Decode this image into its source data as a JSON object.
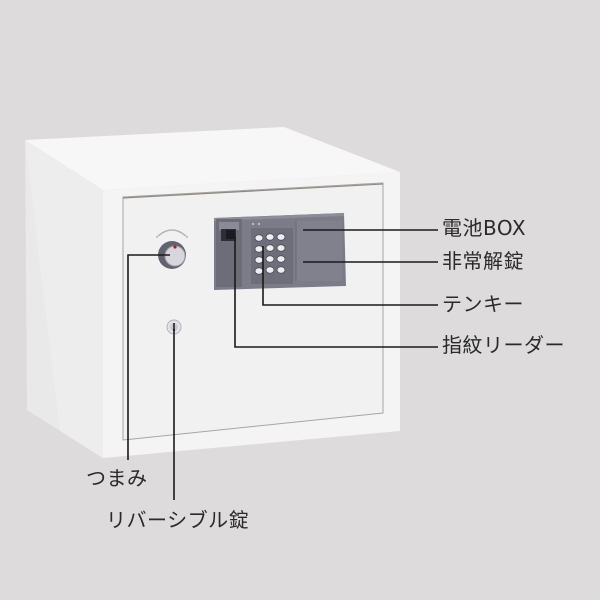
{
  "product": {
    "name": "electronic-safe",
    "colors": {
      "background": "#dddbdc",
      "body_white": "#f6f6f7",
      "side_shade": "#ebebec",
      "lock_gray": "#7b7c86",
      "lock_dark": "#5d5e68",
      "leader_line": "#1a1a1a",
      "knob_indicator": "#c0141c"
    }
  },
  "callouts": [
    {
      "id": "battery-box",
      "label": "電池BOX"
    },
    {
      "id": "emergency-unlock",
      "label": "非常解錠"
    },
    {
      "id": "tenkey",
      "label": "テンキー"
    },
    {
      "id": "fingerprint-reader",
      "label": "指紋リーダー"
    },
    {
      "id": "knob",
      "label": "つまみ"
    },
    {
      "id": "reversible-lock",
      "label": "リバーシブル錠"
    }
  ]
}
